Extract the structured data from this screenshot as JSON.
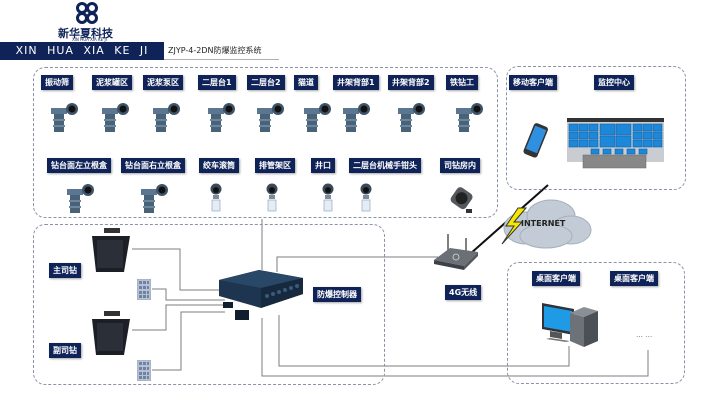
{
  "header": {
    "company_name": "新华夏科技",
    "company_sub": "XIN HUA XIA KE JI",
    "company_pinyin": "XIN  HUA  XIA  KE  JI",
    "system_title": "ZJYP-4-2DN防爆监控系统"
  },
  "field_cameras": {
    "row1": [
      "振动筛",
      "泥浆罐区",
      "泥浆泵区",
      "二层台1",
      "二层台2",
      "猫道",
      "井架背部1",
      "井架背部2",
      "铁钻工"
    ],
    "row2": [
      "钻台面左立根盒",
      "钻台面右立根盒",
      "绞车滚筒",
      "排管架区",
      "井口",
      "二层台机械手钳头",
      "司钻房内"
    ]
  },
  "monitoring": {
    "mobile_label": "移动客户端",
    "center_label": "监控中心"
  },
  "driller": {
    "main_label": "主司钻",
    "sub_label": "副司钻"
  },
  "controller": {
    "label": "防爆控制器"
  },
  "wireless": {
    "label": "4G无线",
    "internet_label": "INTERNET"
  },
  "desktop": {
    "client1_label": "桌面客户端",
    "client2_label": "桌面客户端",
    "ellipsis": "… …"
  },
  "colors": {
    "label_bg": "#0f2358",
    "camera_body": "#4a6278",
    "lightning": "#f5e800"
  }
}
